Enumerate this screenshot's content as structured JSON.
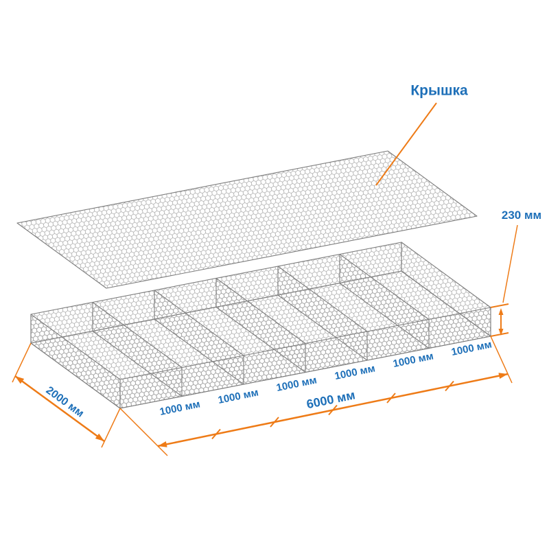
{
  "colors": {
    "accent": "#ee7b17",
    "label": "#1d6fb8",
    "mesh": "#9c9c9c",
    "mesh_edge": "#7d7d7d",
    "background": "#ffffff"
  },
  "labels": {
    "lid": "Крышка",
    "height": "230 мм",
    "width": "2000 мм",
    "length": "6000 мм",
    "segments": [
      "1000 мм",
      "1000 мм",
      "1000 мм",
      "1000 мм",
      "1000 мм",
      "1000 мм"
    ]
  }
}
